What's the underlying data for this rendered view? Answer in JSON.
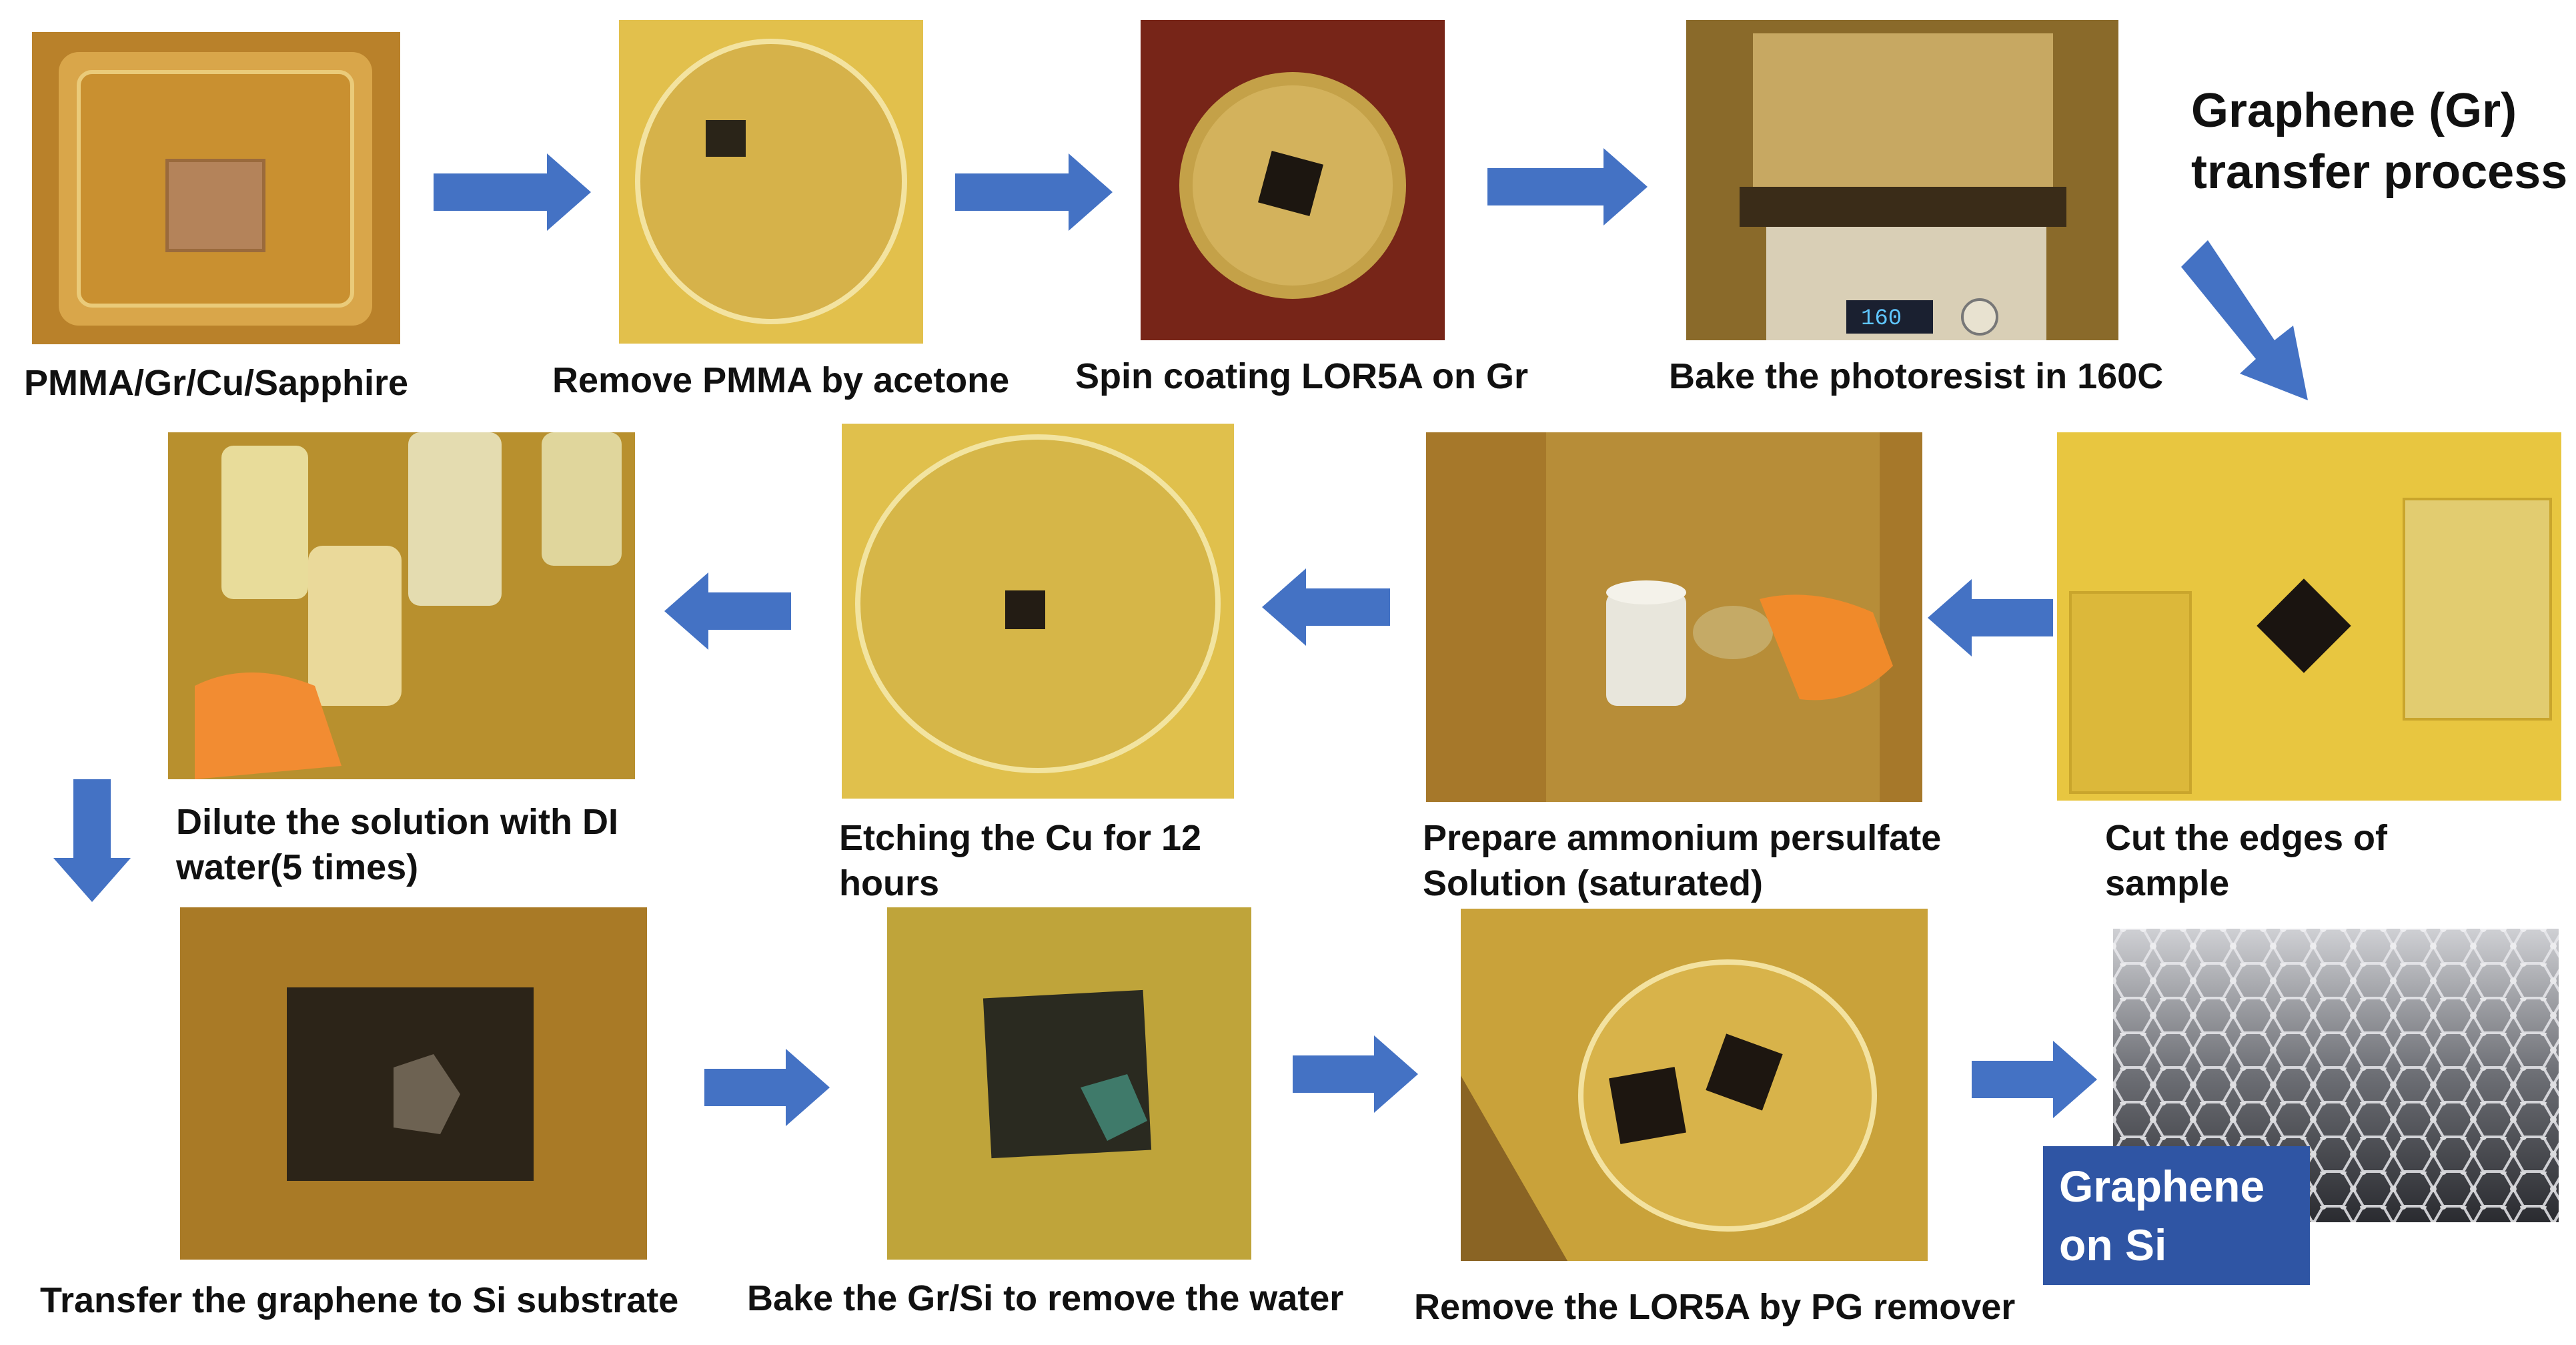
{
  "title": {
    "line1": "Graphene (Gr)",
    "line2": "transfer process"
  },
  "colors": {
    "arrow": "#4472c4",
    "label_bg": "#2f55a4",
    "label_text": "#ffffff"
  },
  "steps": [
    {
      "caption": "PMMA/Gr/Cu/Sapphire"
    },
    {
      "caption": "Remove PMMA by acetone"
    },
    {
      "caption": "Spin coating LOR5A on Gr"
    },
    {
      "caption": "Bake the photoresist in 160C"
    },
    {
      "caption": "Cut the edges of sample"
    },
    {
      "caption": "Prepare ammonium persulfate Solution (saturated)"
    },
    {
      "caption": "Etching the Cu for 12 hours"
    },
    {
      "caption": "Dilute the solution with DI water(5 times)"
    },
    {
      "caption": "Transfer the graphene to Si substrate"
    },
    {
      "caption": "Bake the Gr/Si to remove the water"
    },
    {
      "caption": "Remove the LOR5A by PG remover"
    }
  ],
  "result": {
    "line1": "Graphene",
    "line2": "on Si"
  },
  "hotplate_display": "160"
}
